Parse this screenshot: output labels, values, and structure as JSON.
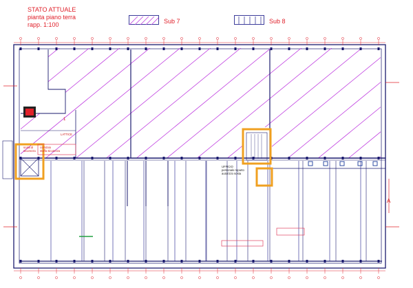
{
  "drawing": {
    "status": "STATO ATTUALE",
    "subtitle": "pianta piano terra",
    "scale": "rapp. 1:100"
  },
  "legend": [
    {
      "label": "Sub 7",
      "pattern": "diagonal-hatch",
      "color": "#c040e0"
    },
    {
      "label": "Sub 8",
      "pattern": "vertical-stripes",
      "color": "#3b3b9a"
    }
  ],
  "rooms": [
    {
      "label": "UFFICIO\npersonale reparto\nautorizzo sosta"
    },
    {
      "label": "LATTICE"
    },
    {
      "label": "scala di\nsicurezza"
    },
    {
      "label": "corridoio\nstaffa sicurezza"
    },
    {
      "label": "A"
    },
    {
      "label": "1"
    }
  ],
  "colors": {
    "wall": "#1a1a6e",
    "hatch_sub7": "#c040e0",
    "stripe_sub8": "#3b3b9a",
    "annotation": "#e0202a",
    "stair_outline": "#f0a020",
    "partition": "#4a90c8"
  }
}
